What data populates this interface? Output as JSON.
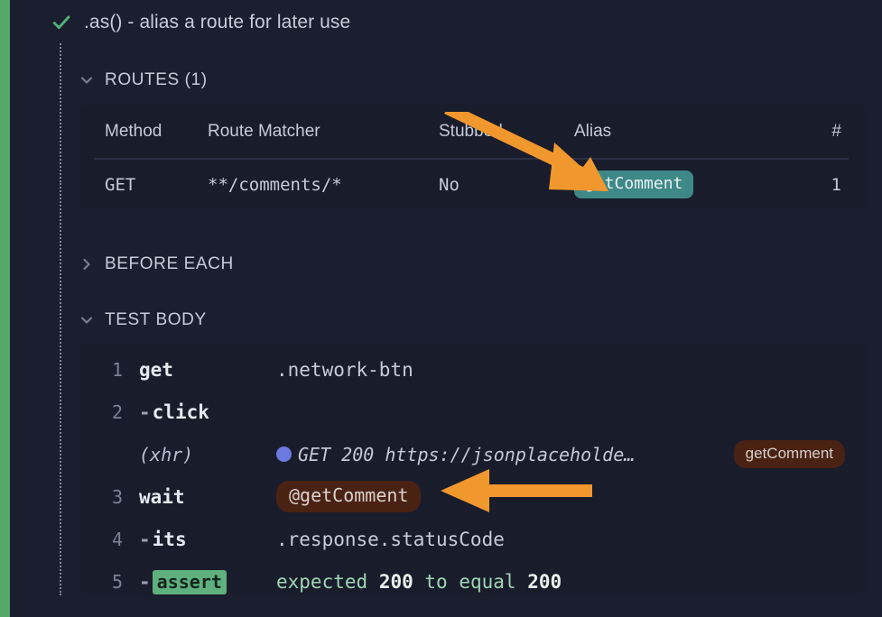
{
  "theme": {
    "page_bg": "#1b1e2e",
    "panel_bg": "#191c2b",
    "status_bar_color": "#55a868",
    "text_color": "#c6ccd8",
    "accent_teal": "#3f8888",
    "accent_brown": "#4a2213",
    "accent_green": "#5fb07f",
    "arrow_color": "#f0972e",
    "xhr_dot_color": "#6c7ae0"
  },
  "test": {
    "status_icon": "check-icon",
    "title": ".as() - alias a route for later use"
  },
  "sections": {
    "routes": {
      "chevron": "chevron-down-icon",
      "label": "ROUTES (1)",
      "expanded": true
    },
    "before_each": {
      "chevron": "chevron-right-icon",
      "label": "BEFORE EACH",
      "expanded": false
    },
    "test_body": {
      "chevron": "chevron-down-icon",
      "label": "TEST BODY",
      "expanded": true
    }
  },
  "routes_table": {
    "columns": [
      "Method",
      "Route Matcher",
      "Stubbed",
      "Alias",
      "#"
    ],
    "rows": [
      {
        "method": "GET",
        "matcher": "**/comments/*",
        "stubbed": "No",
        "alias": "getComment",
        "count": "1"
      }
    ]
  },
  "test_body": {
    "lines": [
      {
        "number": "1",
        "command": "get",
        "args": ".network-btn"
      },
      {
        "number": "2",
        "command": "click",
        "args": ""
      },
      {
        "number": "",
        "command": "(xhr)",
        "args": "GET 200 https://jsonplaceholde…",
        "badge": "getComment"
      },
      {
        "number": "3",
        "command": "wait",
        "args": "@getComment"
      },
      {
        "number": "4",
        "command": "its",
        "args": ".response.statusCode"
      },
      {
        "number": "5",
        "command": "assert",
        "assert_parts": {
          "expected_word": "expected",
          "actual_value": "200",
          "middle_words": "to equal",
          "expected_value": "200"
        }
      }
    ]
  },
  "annotations": [
    {
      "name": "arrow-pointing-to-alias-pill",
      "direction": "down-right"
    },
    {
      "name": "arrow-pointing-to-wait-alias",
      "direction": "left"
    }
  ]
}
